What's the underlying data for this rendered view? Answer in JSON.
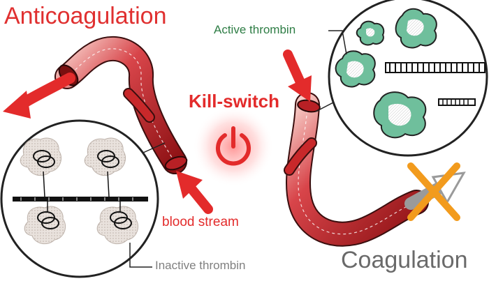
{
  "labels": {
    "anticoagulation": "Anticoagulation",
    "coagulation": "Coagulation",
    "active_thrombin": "Active thrombin",
    "kill_switch": "Kill-switch",
    "blood_stream": "blood stream",
    "inactive_thrombin": "Inactive thrombin"
  },
  "icons": {
    "power": "power-icon",
    "block": "x-mark-icon"
  },
  "colors": {
    "anticoagulation_text": "#e03030",
    "coagulation_text": "#6a6a6a",
    "active_thrombin_text": "#2e7d45",
    "kill_switch": "#e32b2b",
    "inactive_thrombin_text": "#808080",
    "vessel": "#c8282a",
    "active_protein": "#6fbf9c",
    "inactive_protein": "#e8ddd6",
    "x_mark": "#f29b1d"
  }
}
